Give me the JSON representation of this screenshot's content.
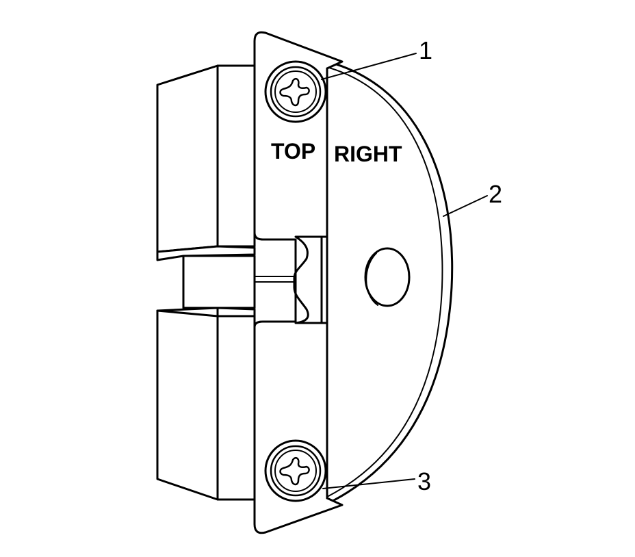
{
  "labels": {
    "top": "TOP",
    "right": "RIGHT"
  },
  "callouts": [
    {
      "id": "1",
      "text": "1"
    },
    {
      "id": "2",
      "text": "2"
    },
    {
      "id": "3",
      "text": "3"
    }
  ],
  "icons": {
    "screws": [
      "phillips-screw-icon",
      "phillips-screw-icon"
    ]
  }
}
